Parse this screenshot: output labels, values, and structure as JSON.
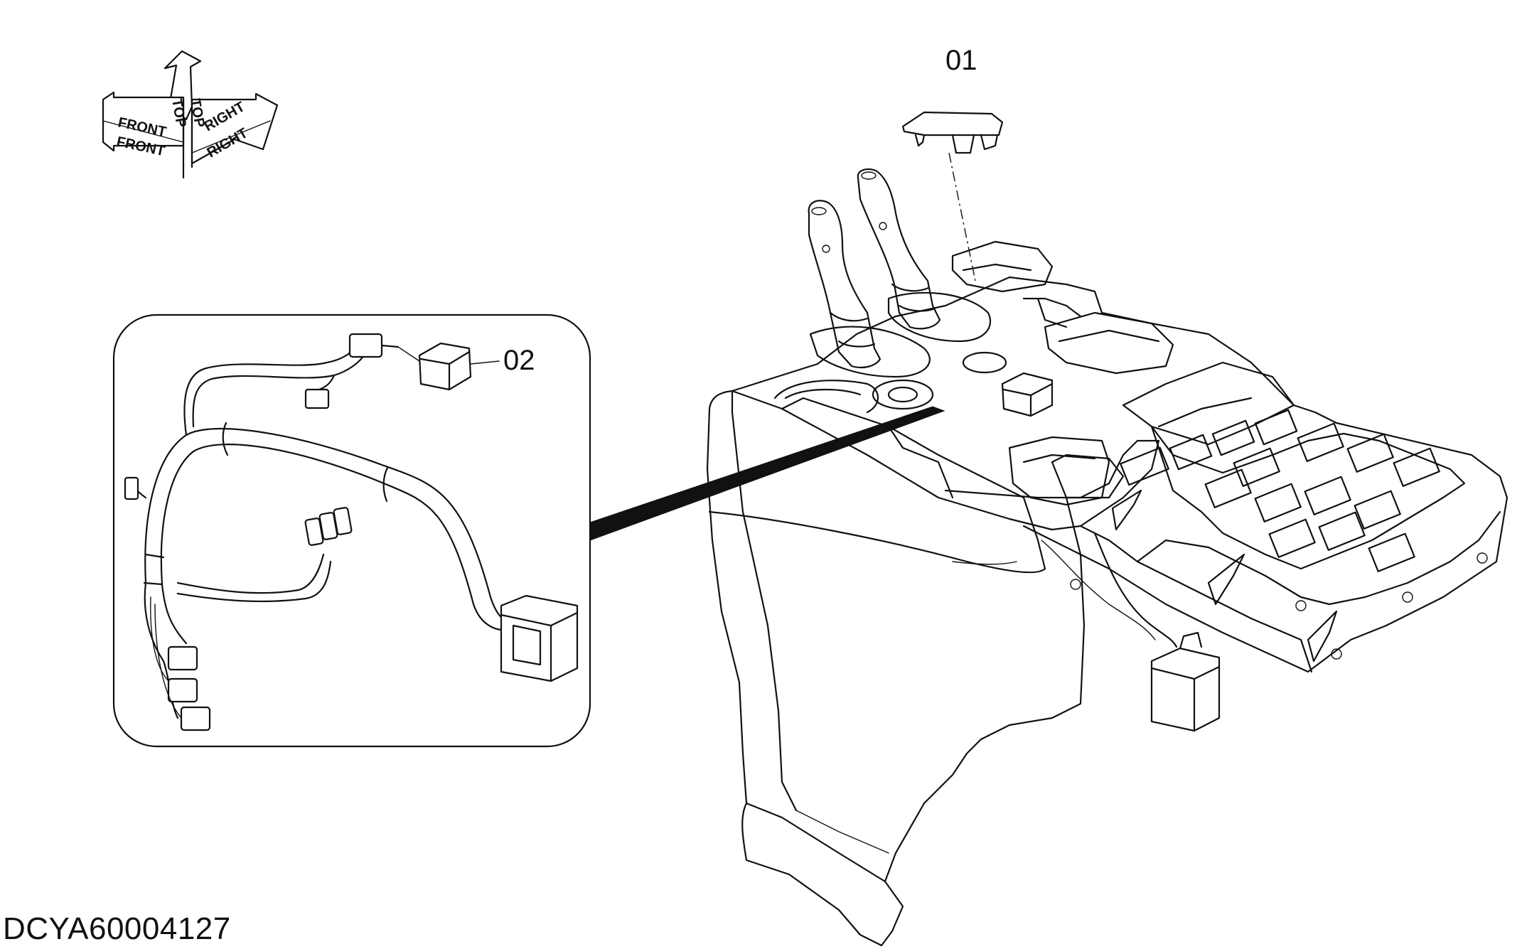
{
  "orientation": {
    "front_label": "FRONT",
    "top_label": "TOP",
    "right_label": "RIGHT"
  },
  "callouts": [
    {
      "label": "01"
    },
    {
      "label": "02"
    }
  ],
  "drawing_id": "DCYA60004127"
}
